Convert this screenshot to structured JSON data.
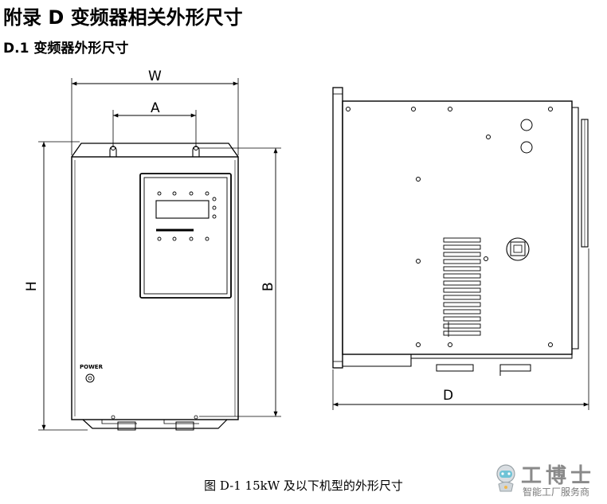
{
  "heading": {
    "title": "附录 D  变频器相关外形尺寸",
    "subtitle": "D.1  变频器外形尺寸"
  },
  "dimensions": {
    "w": "W",
    "a": "A",
    "h": "H",
    "b": "B",
    "d": "D"
  },
  "front_panel": {
    "power_label": "POWER"
  },
  "caption": "图 D-1 15kW 及以下机型的外形尺寸",
  "watermark": {
    "name": "工博士",
    "tagline": "智能工厂服务商"
  }
}
